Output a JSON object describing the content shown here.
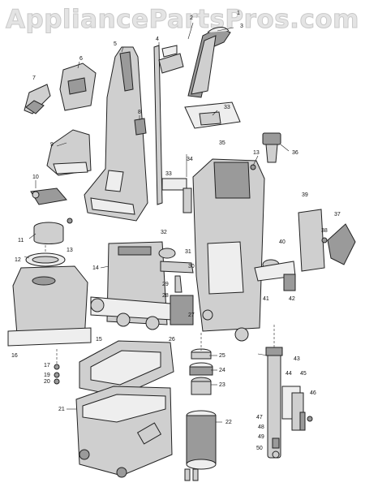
{
  "watermark": "AppliancePartsPros.com",
  "callouts": [
    {
      "id": "c1",
      "label": "1"
    },
    {
      "id": "c2",
      "label": "2"
    },
    {
      "id": "c3",
      "label": "3"
    },
    {
      "id": "c4",
      "label": "4"
    },
    {
      "id": "c5",
      "label": "5"
    },
    {
      "id": "c6",
      "label": "6"
    },
    {
      "id": "c7",
      "label": "7"
    },
    {
      "id": "c8",
      "label": "8"
    },
    {
      "id": "c9",
      "label": "9"
    },
    {
      "id": "c10",
      "label": "10"
    },
    {
      "id": "c11",
      "label": "11"
    },
    {
      "id": "c12",
      "label": "12"
    },
    {
      "id": "c13a",
      "label": "13"
    },
    {
      "id": "c13b",
      "label": "13"
    },
    {
      "id": "c14",
      "label": "14"
    },
    {
      "id": "c15",
      "label": "15"
    },
    {
      "id": "c16",
      "label": "16"
    },
    {
      "id": "c17",
      "label": "17"
    },
    {
      "id": "c19",
      "label": "19"
    },
    {
      "id": "c20",
      "label": "20"
    },
    {
      "id": "c21",
      "label": "21"
    },
    {
      "id": "c22",
      "label": "22"
    },
    {
      "id": "c23",
      "label": "23"
    },
    {
      "id": "c24",
      "label": "24"
    },
    {
      "id": "c25",
      "label": "25"
    },
    {
      "id": "c26",
      "label": "26"
    },
    {
      "id": "c27",
      "label": "27"
    },
    {
      "id": "c28",
      "label": "28"
    },
    {
      "id": "c29",
      "label": "29"
    },
    {
      "id": "c30",
      "label": "30"
    },
    {
      "id": "c31",
      "label": "31"
    },
    {
      "id": "c32",
      "label": "32"
    },
    {
      "id": "c33a",
      "label": "33"
    },
    {
      "id": "c33b",
      "label": "33"
    },
    {
      "id": "c34",
      "label": "34"
    },
    {
      "id": "c35",
      "label": "35"
    },
    {
      "id": "c36",
      "label": "36"
    },
    {
      "id": "c37",
      "label": "37"
    },
    {
      "id": "c38",
      "label": "38"
    },
    {
      "id": "c39",
      "label": "39"
    },
    {
      "id": "c40",
      "label": "40"
    },
    {
      "id": "c41",
      "label": "41"
    },
    {
      "id": "c42",
      "label": "42"
    },
    {
      "id": "c43",
      "label": "43"
    },
    {
      "id": "c44",
      "label": "44"
    },
    {
      "id": "c45",
      "label": "45"
    },
    {
      "id": "c46",
      "label": "46"
    },
    {
      "id": "c47",
      "label": "47"
    },
    {
      "id": "c48",
      "label": "48"
    },
    {
      "id": "c49",
      "label": "49"
    },
    {
      "id": "c50",
      "label": "50"
    }
  ]
}
